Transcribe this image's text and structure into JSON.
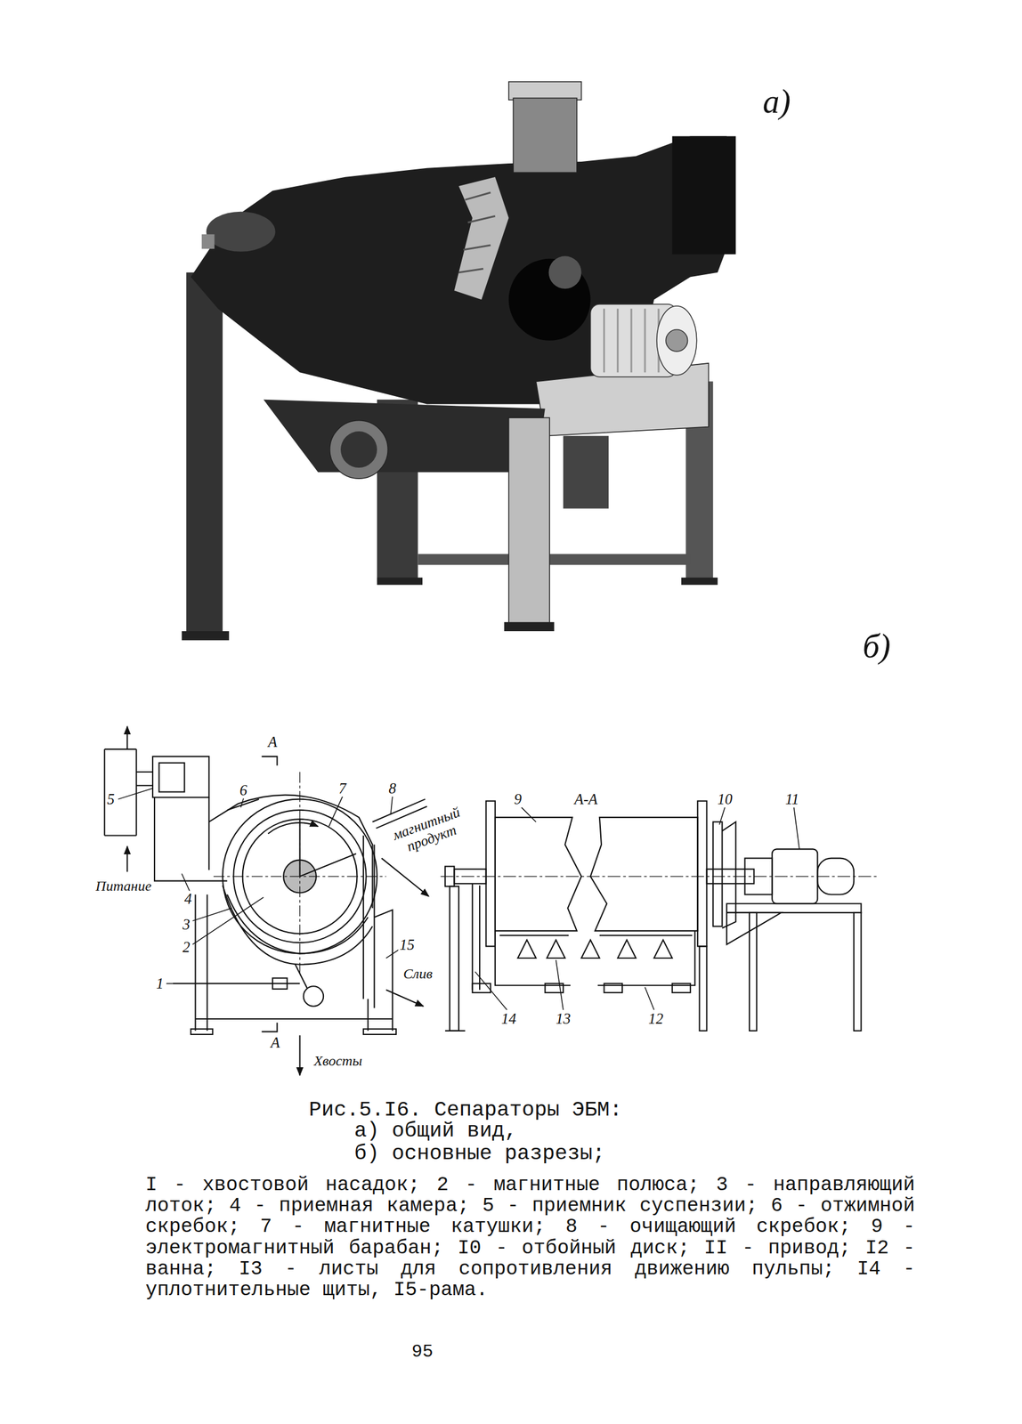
{
  "diagram": {
    "caption": "Рис.5.I6. Сепараторы ЭБМ:",
    "labels": [
      "а)",
      "б)",
      "5",
      "Питание",
      "А",
      "6",
      "7",
      "8",
      "магнитный продукт",
      "4",
      "3",
      "2",
      "1",
      "15",
      "Слив",
      "А",
      "Хвосты",
      "9",
      "А-А",
      "10",
      "11",
      "14",
      "13",
      "12",
      "а) общий вид,",
      "б) основные разрезы;",
      "I - хвостовой насадок; 2 - магнитные полюса; 3 - направляющий лоток; 4 - приемная камера; 5 - приемник суспензии; 6 - отжимной скребок; 7 - магнитные катушки; 8 - очищающий скребок; 9 - электромагнитный барабан; I0 - отбойный диск; II - привод; I2 - ванна; I3 - листы для сопротивления движению пульпы; I4 - уплотнительные щиты, I5-рама.",
      "95"
    ]
  }
}
